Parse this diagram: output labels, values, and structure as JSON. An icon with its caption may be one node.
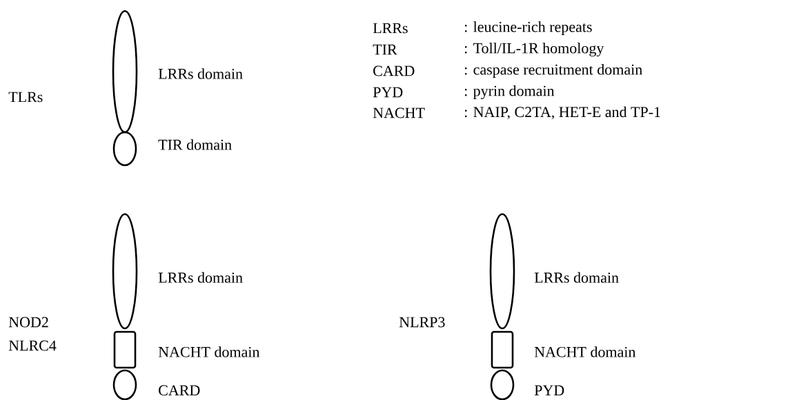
{
  "diagram": {
    "nodes": [
      {
        "text": [],
        "shape": "ellipse",
        "beside": [
          "LRRs domain"
        ]
      },
      {
        "text": [],
        "shape": "circle",
        "beside": [
          "TIR domain"
        ]
      },
      {
        "text": [],
        "shape": "ellipse",
        "beside": [
          "LRRs domain"
        ]
      },
      {
        "text": [],
        "shape": "box",
        "beside": [
          "NACHT domain"
        ]
      },
      {
        "text": [],
        "shape": "circle",
        "beside": [
          "CARD"
        ]
      },
      {
        "text": [],
        "shape": "ellipse",
        "beside": [
          "LRRs domain"
        ]
      },
      {
        "text": [],
        "shape": "box",
        "beside": [
          "NACHT domain"
        ]
      },
      {
        "text": [],
        "shape": "circle",
        "beside": [
          "PYD"
        ]
      }
    ],
    "labels": [
      "TLRs",
      "LRRs",
      ": leucine-rich repeats",
      "TIR",
      ": Toll/IL-1R homology",
      "CARD",
      ": caspase recruitment domain",
      "PYD",
      ": pyrin domain",
      "NACHT",
      ": NAIP, C2TA, HET-E and TP-1",
      "NOD2",
      "NLRC4",
      "NLRP3"
    ]
  }
}
